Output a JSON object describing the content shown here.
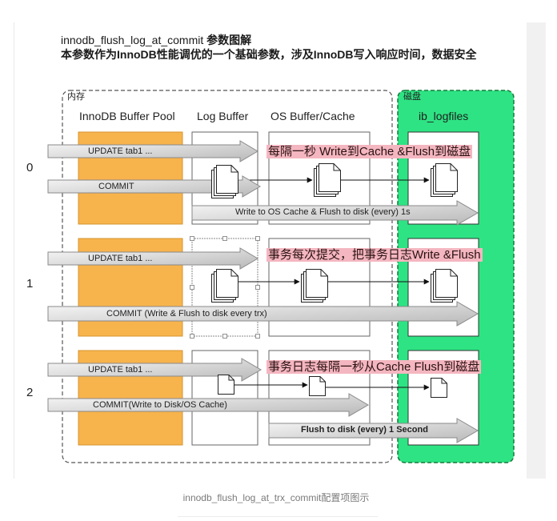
{
  "header": {
    "line1_code": "innodb_flush_log_at_commit",
    "line1_suffix": "参数图解",
    "line2": "本参数作为InnoDB性能调优的一个基础参数，涉及InnoDB写入响应时间，数据安全"
  },
  "regions": {
    "memory": "内存",
    "disk": "磁盘"
  },
  "columns": [
    "InnoDB Buffer Pool",
    "Log Buffer",
    "OS Buffer/Cache",
    "ib_logfiles"
  ],
  "rows": [
    {
      "label": "0",
      "update_arrow": "UPDATE tab1 ...",
      "commit_arrow": "COMMIT",
      "note": "每隔一秒 Write到Cache &Flush到磁盘",
      "flush_arrow": "Write to OS Cache & Flush to disk (every) 1s"
    },
    {
      "label": "1",
      "update_arrow": "UPDATE tab1 ...",
      "note": "事务每次提交，把事务日志Write &Flush",
      "commit_arrow": "COMMIT (Write & Flush to disk every trx)"
    },
    {
      "label": "2",
      "update_arrow": "UPDATE tab1 ...",
      "note": "事务日志每隔一秒从Cache Flush到磁盘",
      "commit_arrow": "COMMIT(Write to Disk/OS Cache)",
      "flush_arrow": "Flush to disk (every) 1 Second"
    }
  ],
  "caption": "innodb_flush_log_at_trx_commit配置项图示",
  "colors": {
    "buffer_pool": "#f7b34c",
    "disk_region": "#2ee383",
    "note_highlight": "#f4b6c0",
    "arrow_fill": "#c8c8c8"
  },
  "icons": {
    "document": "document-icon",
    "document_stack": "document-stack-icon",
    "thin_arrow": "arrow-right-icon"
  }
}
